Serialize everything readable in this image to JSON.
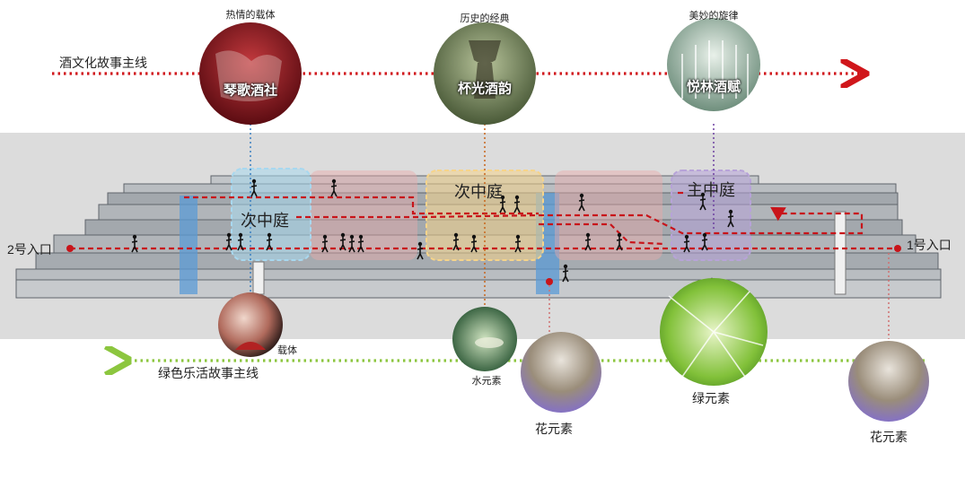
{
  "top_line": {
    "label": "酒文化故事主线",
    "color": "#d0161b"
  },
  "bottom_line": {
    "label": "绿色乐活故事主线",
    "color": "#8cc63f"
  },
  "top_circles": [
    {
      "caption": "热情的载体",
      "name": "琴歌酒社",
      "tone": "#8b1a22"
    },
    {
      "caption": "历史的经典",
      "name": "杯光酒韵",
      "tone": "#6b7a52"
    },
    {
      "caption": "美妙的旋律",
      "name": "悦林酒赋",
      "tone": "#9fb3a7"
    }
  ],
  "courtyards": [
    {
      "label": "次中庭",
      "tone": "#a8d8ef"
    },
    {
      "label": "次中庭",
      "tone": "#f6d48a"
    },
    {
      "label": "主中庭",
      "tone": "#b7a3d8"
    }
  ],
  "entrances": {
    "left": "2号入口",
    "right": "1号入口"
  },
  "bottom_elements": [
    {
      "label": "载体",
      "tone": "#7a1f22"
    },
    {
      "label": "水元素",
      "tone": "#2f6b3a"
    },
    {
      "label": "花元素",
      "tone": "#8f86b8"
    },
    {
      "label": "绿元素",
      "tone": "#7fbf3a"
    },
    {
      "label": "花元素",
      "tone": "#8f86b8"
    }
  ]
}
